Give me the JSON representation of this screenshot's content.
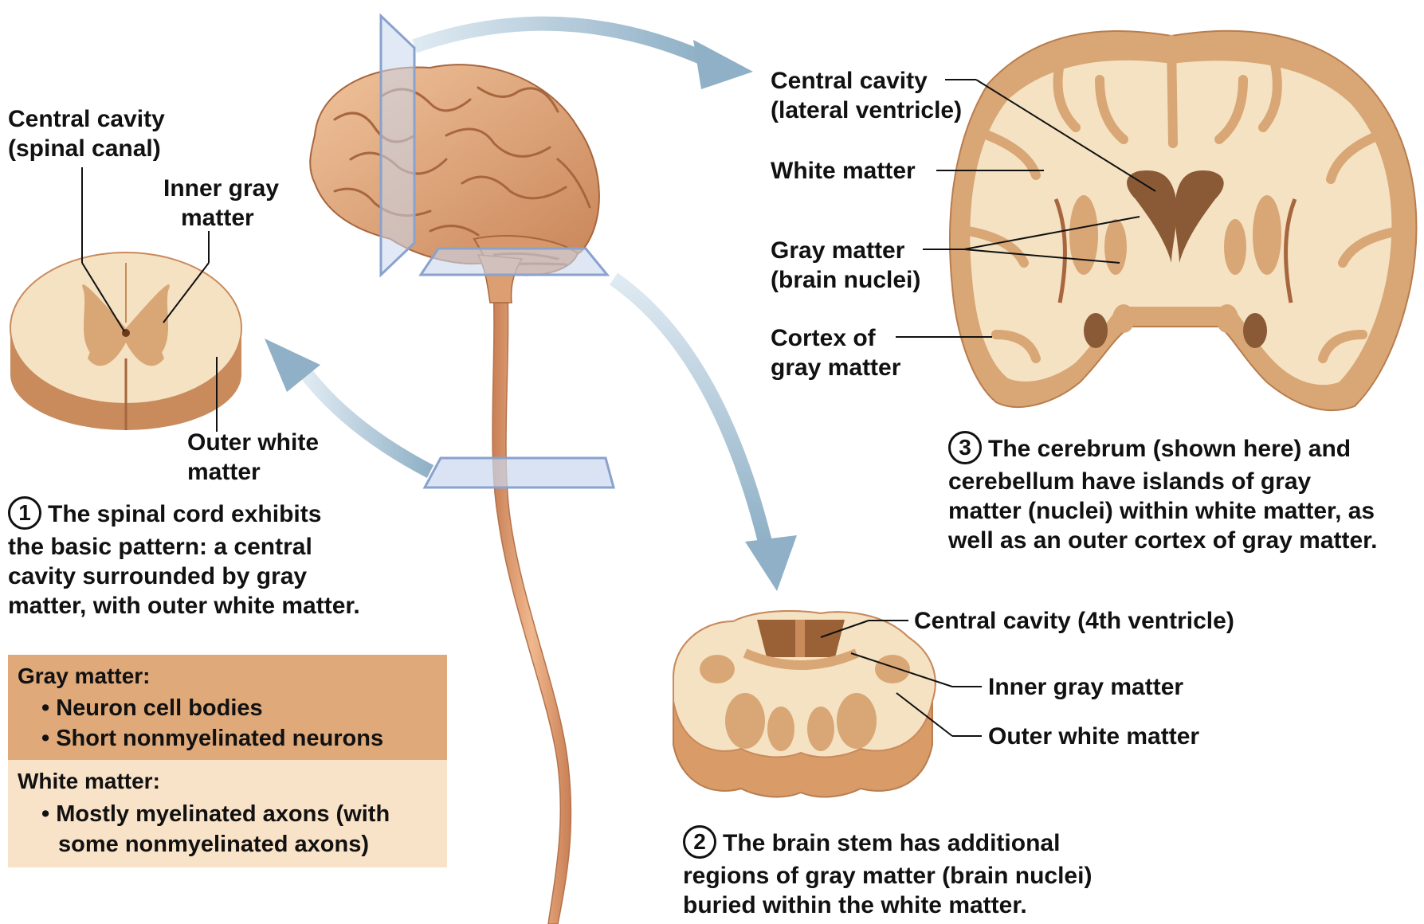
{
  "labels": {
    "spinal_canal_l1": "Central cavity",
    "spinal_canal_l2": "(spinal canal)",
    "inner_gray_l1": "Inner gray",
    "inner_gray_l2": "matter",
    "outer_white_l1": "Outer white",
    "outer_white_l2": "matter",
    "lateral_ventricle_l1": "Central cavity",
    "lateral_ventricle_l2": "(lateral ventricle)",
    "white_matter": "White matter",
    "brain_nuclei_l1": "Gray matter",
    "brain_nuclei_l2": "(brain nuclei)",
    "cortex_l1": "Cortex of",
    "cortex_l2": "gray matter",
    "fourth_ventricle": "Central cavity (4th ventricle)",
    "stem_inner_gray": "Inner gray matter",
    "stem_outer_white": "Outer white matter"
  },
  "captions": {
    "spinal": {
      "num": "1",
      "l1_pre": "The ",
      "l1_bold": "spinal cord",
      "l1_post": " exhibits",
      "l2": "the basic pattern: a central",
      "l3": "cavity surrounded by gray",
      "l4": "matter, with outer white matter."
    },
    "brainstem": {
      "num": "2",
      "l1_pre": "The ",
      "l1_bold": "brain stem",
      "l1_post": " has additional",
      "l2": "regions of gray matter (brain nuclei)",
      "l3": "buried within the white matter."
    },
    "cerebrum": {
      "num": "3",
      "l1_pre": "The ",
      "l1_bold": "cerebrum",
      "l1_post": " (shown here) and",
      "l2_bold": "cerebellum",
      "l2_post": " have islands of gray",
      "l3": "matter (nuclei) within white matter, as",
      "l4": "well as an outer cortex of gray matter."
    }
  },
  "key": {
    "gray_title": "Gray matter:",
    "gray_items": [
      "• Neuron cell bodies",
      "• Short nonmyelinated neurons"
    ],
    "white_title": "White matter:",
    "white_items_l1": "• Mostly myelinated axons (with",
    "white_items_l2": "some nonmyelinated axons)",
    "gray_color": "#dfa97a",
    "white_color": "#f8e2c8"
  },
  "colors": {
    "gray_matter": "#d9a676",
    "white_matter": "#f4e2c2",
    "brain_surface": "#e0a57a",
    "arrow": "#a9c3d6",
    "plane": "#c9d7ee"
  }
}
